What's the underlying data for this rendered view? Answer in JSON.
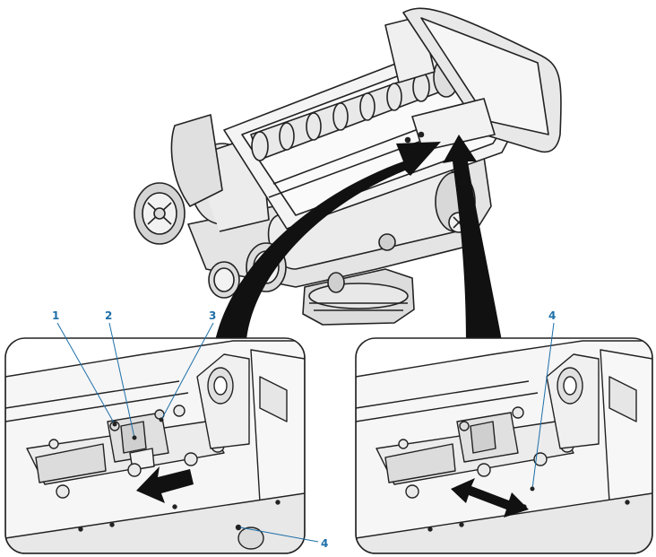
{
  "callouts": {
    "left_1": "1",
    "left_2": "2",
    "left_3": "3",
    "left_4": "4",
    "right_4": "4"
  },
  "colors": {
    "callout_text": "#1e6fa8",
    "line_art": "#222222",
    "fill_light": "#f2f2f2",
    "fill_mid": "#dcdcdc",
    "fill_dark": "#b9b9b9",
    "arrow": "#111111"
  }
}
